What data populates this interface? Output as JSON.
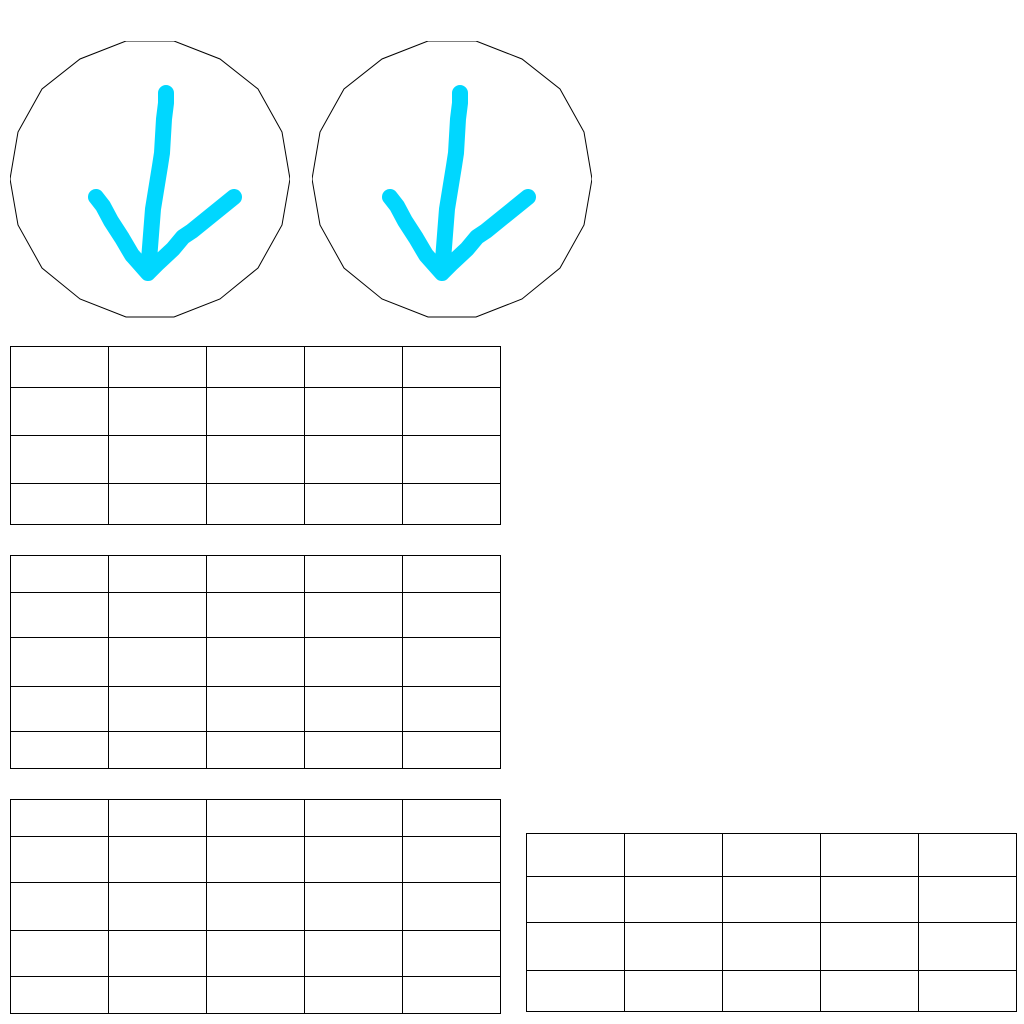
{
  "colors": {
    "arrow": "#00d7ff",
    "outline": "#000000",
    "background": "#ffffff"
  },
  "badges": [
    {
      "icon": "arrow-down-icon"
    },
    {
      "icon": "arrow-down-icon"
    }
  ],
  "tables": [
    {
      "rows": 4,
      "cols": 5
    },
    {
      "rows": 5,
      "cols": 5
    },
    {
      "rows": 5,
      "cols": 5
    },
    {
      "rows": 4,
      "cols": 5
    }
  ]
}
